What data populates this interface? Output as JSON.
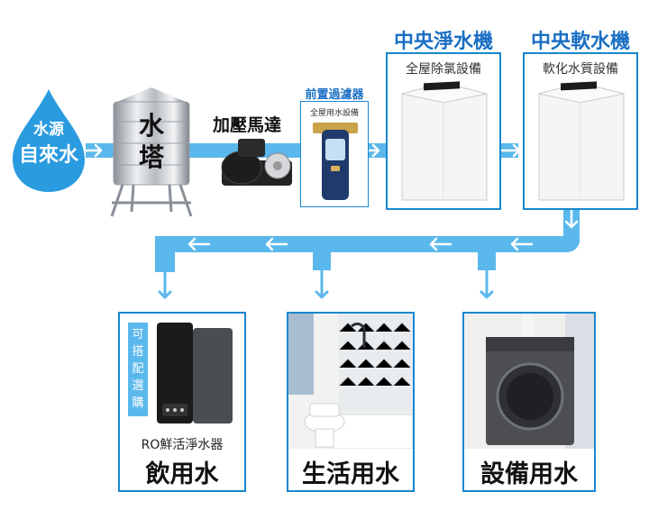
{
  "source": {
    "line1": "水源",
    "line2": "自來水"
  },
  "tank": {
    "line1": "水",
    "line2": "塔"
  },
  "pump": {
    "label": "加壓馬達"
  },
  "prefilter": {
    "title": "前置過濾器",
    "caption": "全屋用水設備"
  },
  "purifier": {
    "title": "中央淨水機",
    "caption": "全屋除氯設備"
  },
  "softener": {
    "title": "中央軟水機",
    "caption": "軟化水質設備"
  },
  "drinking": {
    "title": "飲用水",
    "device": "RO鮮活淨水器",
    "badge": "可搭配選購"
  },
  "living": {
    "title": "生活用水"
  },
  "equipment": {
    "title": "設備用水"
  },
  "colors": {
    "pipe": "#5bb8ec",
    "title_blue": "#1a6fc4",
    "border": "#1a87cf",
    "source_blue": "#2b9be0"
  }
}
